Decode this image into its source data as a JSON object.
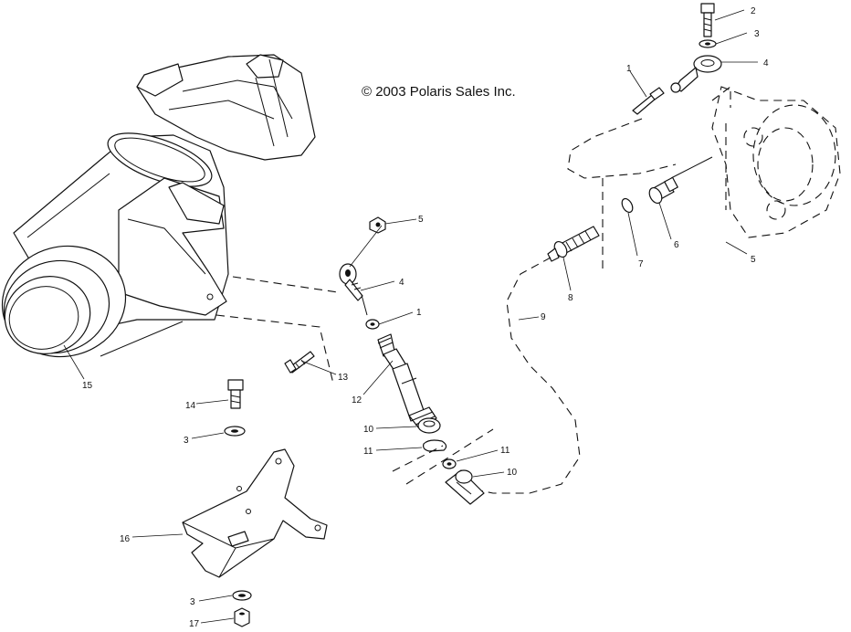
{
  "copyright": "© 2003 Polaris Sales Inc.",
  "callouts": [
    {
      "id": "c2",
      "label": "2"
    },
    {
      "id": "c3a",
      "label": "3"
    },
    {
      "id": "c4a",
      "label": "4"
    },
    {
      "id": "c1a",
      "label": "1"
    },
    {
      "id": "c5a",
      "label": "5"
    },
    {
      "id": "c4b",
      "label": "4"
    },
    {
      "id": "c1b",
      "label": "1"
    },
    {
      "id": "c6",
      "label": "6"
    },
    {
      "id": "c7",
      "label": "7"
    },
    {
      "id": "c5b",
      "label": "5"
    },
    {
      "id": "c8",
      "label": "8"
    },
    {
      "id": "c9",
      "label": "9"
    },
    {
      "id": "c13",
      "label": "13"
    },
    {
      "id": "c12",
      "label": "12"
    },
    {
      "id": "c15",
      "label": "15"
    },
    {
      "id": "c14",
      "label": "14"
    },
    {
      "id": "c3b",
      "label": "3"
    },
    {
      "id": "c10a",
      "label": "10"
    },
    {
      "id": "c11a",
      "label": "11"
    },
    {
      "id": "c11b",
      "label": "11"
    },
    {
      "id": "c10b",
      "label": "10"
    },
    {
      "id": "c16",
      "label": "16"
    },
    {
      "id": "c3c",
      "label": "3"
    },
    {
      "id": "c17",
      "label": "17"
    }
  ]
}
